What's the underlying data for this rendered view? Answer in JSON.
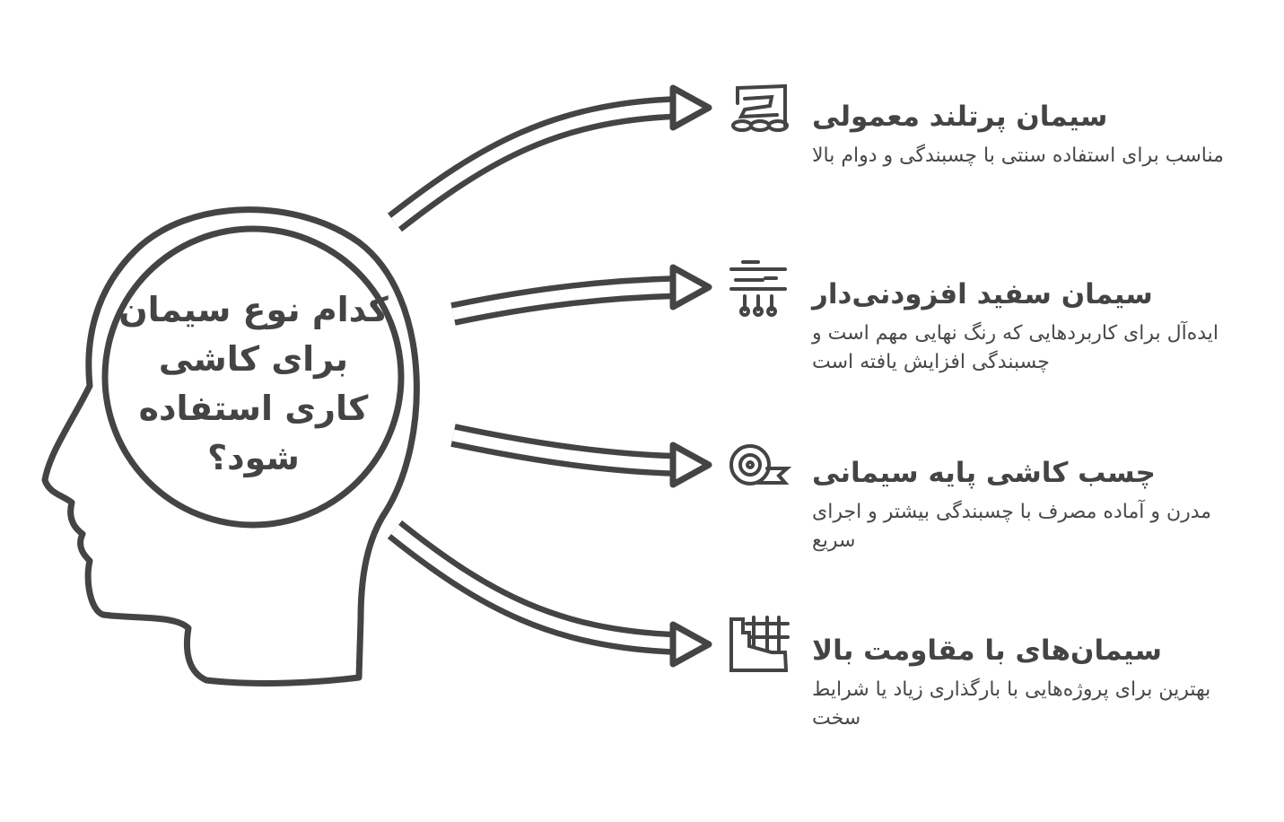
{
  "question": "کدام نوع سیمان برای کاشی کاری استفاده شود؟",
  "options": [
    {
      "icon": "cement-bags-icon",
      "title": "سیمان پرتلند معمولی",
      "description": "مناسب برای استفاده سنتی با چسبندگی و دوام بالا"
    },
    {
      "icon": "additives-mixing-icon",
      "title": "سیمان سفید افزودنی‌دار",
      "description": "ایده‌آل برای کاربردهایی که رنگ نهایی مهم است و چسبندگی افزایش یافته است"
    },
    {
      "icon": "adhesive-tape-roll-icon",
      "title": "چسب کاشی پایه سیمانی",
      "description": "مدرن و آماده مصرف با چسبندگی بیشتر و اجرای سریع"
    },
    {
      "icon": "reinforced-grid-icon",
      "title": "سیمان‌های با مقاومت بالا",
      "description": "بهترین برای پروژه‌هایی با بارگذاری زیاد یا شرایط سخت"
    }
  ],
  "colors": {
    "stroke": "#444444",
    "background": "#ffffff"
  }
}
